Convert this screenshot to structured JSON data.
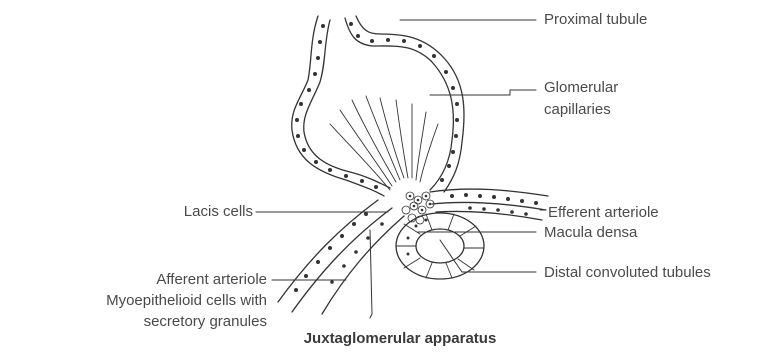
{
  "labels": {
    "proximal_tubule": "Proximal tubule",
    "glomerular_capillaries_1": "Glomerular",
    "glomerular_capillaries_2": "capillaries",
    "efferent_arteriole": "Efferent arteriole",
    "macula_densa": "Macula densa",
    "distal_convoluted_tubules": "Distal convoluted tubules",
    "lacis_cells": "Lacis cells",
    "afferent_arteriole": "Afferent arteriole",
    "myoepithelioid_1": "Myoepithelioid cells with",
    "myoepithelioid_2": "secretory granules"
  },
  "caption": "Juxtaglomerular apparatus"
}
